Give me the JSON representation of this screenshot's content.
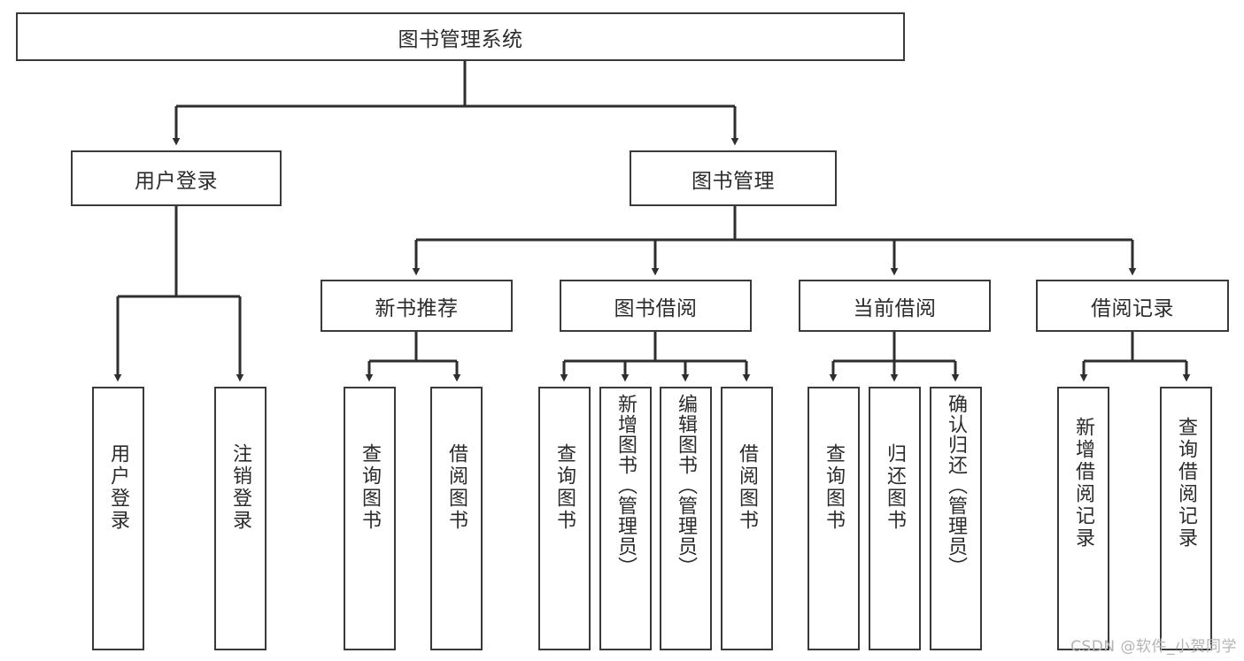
{
  "diagram": {
    "title": "图书管理系统",
    "type": "tree",
    "colors": {
      "border": "#3a3a3a",
      "text": "#2b2b2b",
      "background": "#ffffff",
      "connector": "#2e2e2e",
      "watermark": "#b4b4b4"
    },
    "root": {
      "label": "图书管理系统"
    },
    "level2": [
      {
        "label": "用户登录"
      },
      {
        "label": "图书管理"
      }
    ],
    "level3": [
      {
        "label": "新书推荐"
      },
      {
        "label": "图书借阅"
      },
      {
        "label": "当前借阅"
      },
      {
        "label": "借阅记录"
      }
    ],
    "leaves": {
      "user_login": [
        {
          "label": "用户登录"
        },
        {
          "label": "注销登录"
        }
      ],
      "new_book_recommend": [
        {
          "label": "查询图书"
        },
        {
          "label": "借阅图书"
        }
      ],
      "book_borrow": [
        {
          "label": "查询图书"
        },
        {
          "label": "新增图书（管理员）"
        },
        {
          "label": "编辑图书（管理员）"
        },
        {
          "label": "借阅图书"
        }
      ],
      "current_borrow": [
        {
          "label": "查询图书"
        },
        {
          "label": "归还图书"
        },
        {
          "label": "确认归还（管理员）"
        }
      ],
      "borrow_record": [
        {
          "label": "新增借阅记录"
        },
        {
          "label": "查询借阅记录"
        }
      ]
    }
  },
  "watermark": {
    "text": "CSDN @软件_小贺同学"
  }
}
